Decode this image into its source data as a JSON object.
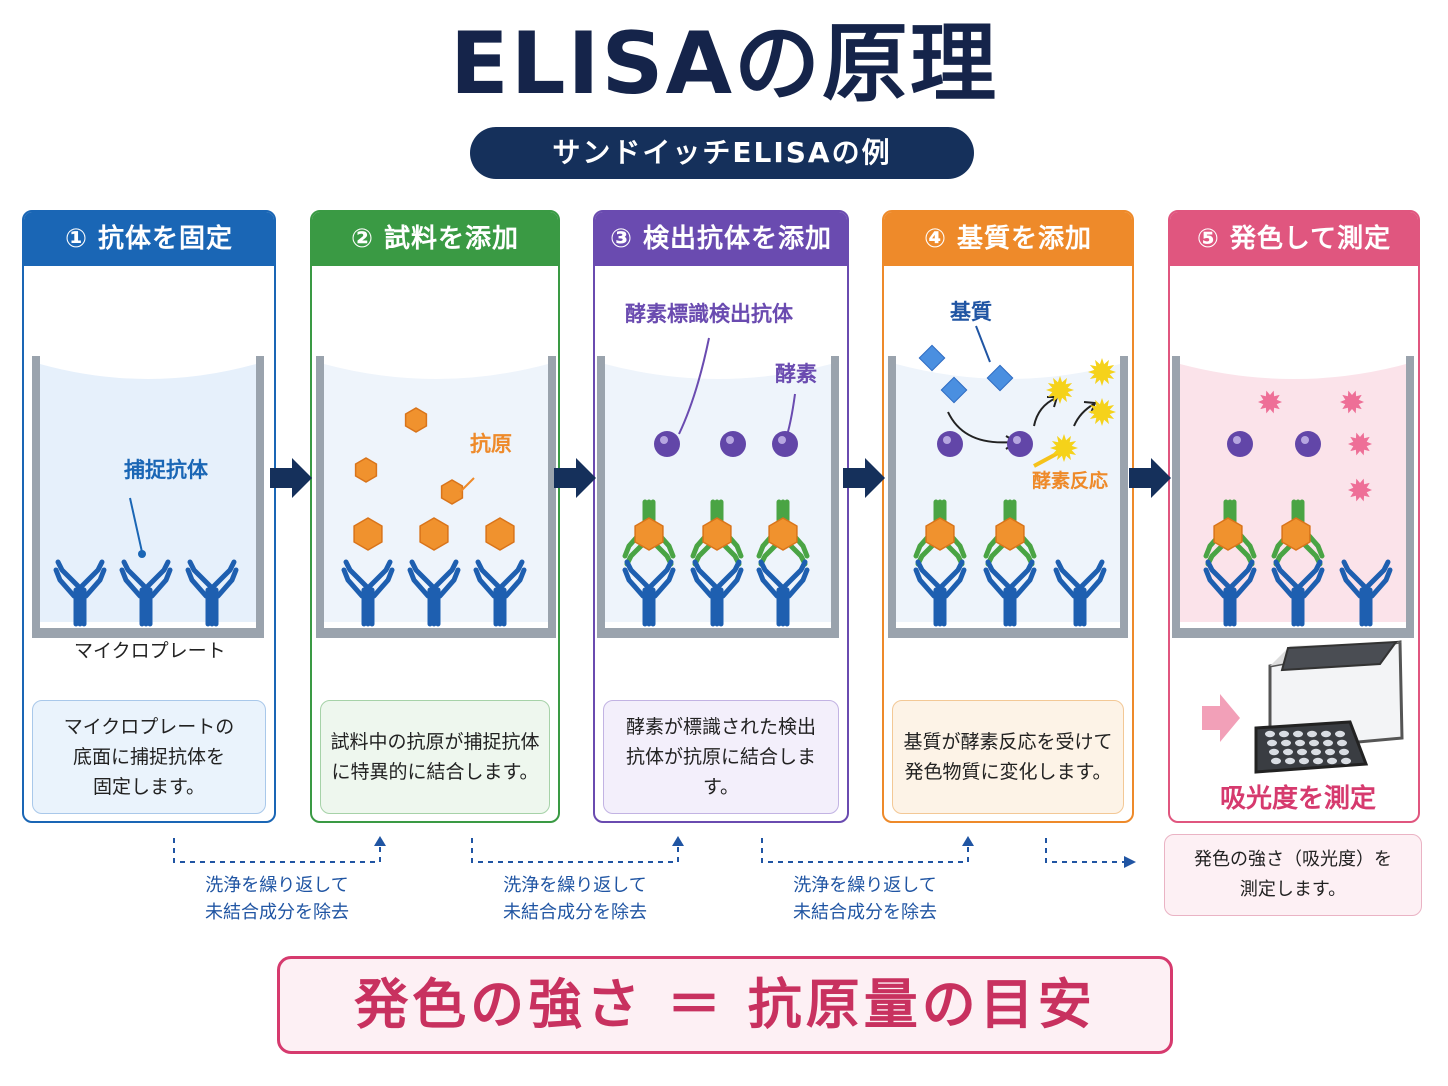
{
  "title": "ELISAの原理",
  "subtitle": "サンドイッチELISAの例",
  "colors": {
    "step1": "#1a66b5",
    "step2": "#3a9a44",
    "step3": "#6a4bb0",
    "step4": "#ee8a2a",
    "step5": "#e0567f",
    "antigen": "#f0922e",
    "antibody_capture": "#1e5fb0",
    "antibody_detect": "#4aa444",
    "enzyme": "#6246a8",
    "dark_navy": "#15305b"
  },
  "steps": [
    {
      "header": "① 抗体を固定",
      "desc": "マイクロプレートの\n底面に捕捉抗体を\n固定します。",
      "labels": {
        "capture_antibody": "捕捉抗体",
        "plate": "マイクロプレート"
      }
    },
    {
      "header": "② 試料を添加",
      "desc": "試料中の抗原が捕捉抗体\nに特異的に結合します。",
      "labels": {
        "antigen": "抗原"
      }
    },
    {
      "header": "③ 検出抗体を添加",
      "desc": "酵素が標識された検出\n抗体が抗原に結合します。",
      "labels": {
        "detect_antibody": "酵素標識検出抗体",
        "enzyme": "酵素"
      }
    },
    {
      "header": "④ 基質を添加",
      "desc": "基質が酵素反応を受けて\n発色物質に変化します。",
      "labels": {
        "substrate": "基質",
        "reaction": "酵素反応"
      }
    },
    {
      "header": "⑤ 発色して測定",
      "labels": {
        "measure": "吸光度を測定"
      }
    }
  ],
  "wash_text": "洗浄を繰り返して\n未結合成分を除去",
  "result_note": "発色の強さ（吸光度）を\n測定します。",
  "bottom_banner": "発色の強さ ＝ 抗原量の目安"
}
